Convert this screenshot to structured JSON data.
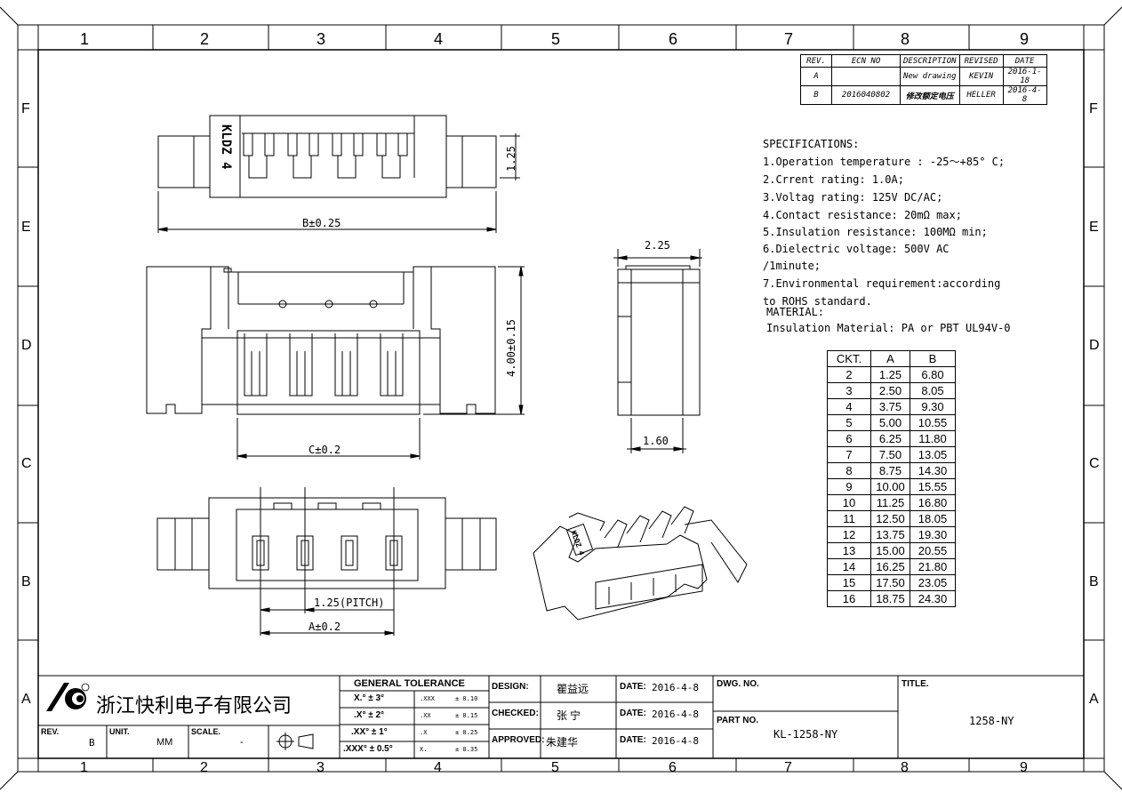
{
  "border": {
    "columns": [
      "1",
      "2",
      "3",
      "4",
      "5",
      "6",
      "7",
      "8",
      "9"
    ],
    "rows": [
      "F",
      "E",
      "D",
      "C",
      "B",
      "A"
    ]
  },
  "revision_table": {
    "headers": [
      "REV.",
      "ECN NO",
      "DESCRIPTION",
      "REVISED",
      "DATE"
    ],
    "rows": [
      [
        "A",
        "",
        "New drawing",
        "KEVIN",
        "2016-1-18"
      ],
      [
        "B",
        "2016040802",
        "修改额定电压",
        "HELLER",
        "2016-4-8"
      ]
    ]
  },
  "specifications": {
    "title": "SPECIFICATIONS:",
    "lines": [
      "1.Operation temperature : -25～+85° C;",
      "2.Crrent rating: 1.0A;",
      "3.Voltag rating: 125V DC/AC;",
      "4.Contact resistance: 20mΩ max;",
      "5.Insulation resistance: 100MΩ min;",
      "6.Dielectric voltage: 500V AC",
      "/1minute;",
      "7.Environmental requirement:according",
      "to ROHS standard."
    ],
    "material_title": "MATERIAL:",
    "material": "Insulation Material: PA or PBT UL94V-0"
  },
  "ckt_table": {
    "headers": [
      "CKT.",
      "A",
      "B"
    ],
    "rows": [
      [
        "2",
        "1.25",
        "6.80"
      ],
      [
        "3",
        "2.50",
        "8.05"
      ],
      [
        "4",
        "3.75",
        "9.30"
      ],
      [
        "5",
        "5.00",
        "10.55"
      ],
      [
        "6",
        "6.25",
        "11.80"
      ],
      [
        "7",
        "7.50",
        "13.05"
      ],
      [
        "8",
        "8.75",
        "14.30"
      ],
      [
        "9",
        "10.00",
        "15.55"
      ],
      [
        "10",
        "11.25",
        "16.80"
      ],
      [
        "11",
        "12.50",
        "18.05"
      ],
      [
        "12",
        "13.75",
        "19.30"
      ],
      [
        "13",
        "15.00",
        "20.55"
      ],
      [
        "14",
        "16.25",
        "21.80"
      ],
      [
        "15",
        "17.50",
        "23.05"
      ],
      [
        "16",
        "18.75",
        "24.30"
      ]
    ]
  },
  "dimensions": {
    "top_b": "B±0.25",
    "top_height": "1.25",
    "front_height": "4.00±0.15",
    "front_c": "C±0.2",
    "side_width": "2.25",
    "side_depth": "1.60",
    "bottom_pitch": "1.25(PITCH)",
    "bottom_a": "A±0.2",
    "marking": "KLDZ 4",
    "iso_marking": "KLDZ 4"
  },
  "title_block": {
    "company": "浙江快利电子有限公司",
    "rev_label": "REV.",
    "rev_value": "B",
    "unit_label": "UNIT.",
    "unit_value": "MM",
    "scale_label": "SCALE.",
    "scale_value": "-",
    "tolerance_title": "GENERAL TOLERANCE",
    "tolerance_angles": [
      "X.° ± 3°",
      ".X° ± 2°",
      ".XX° ± 1°",
      ".XXX° ± 0.5°"
    ],
    "tolerance_decimals": [
      ".XXX",
      ".XX",
      ".X",
      "X."
    ],
    "tolerance_values": [
      "± 0.10",
      "± 0.15",
      "± 0.25",
      "± 0.35"
    ],
    "design_label": "DESIGN:",
    "design_value": "瞿益远",
    "checked_label": "CHECKED:",
    "checked_value": "张 宁",
    "approved_label": "APPROVED:",
    "approved_value": "朱建华",
    "date_label": "DATE:",
    "dates": [
      "2016-4-8",
      "2016-4-8",
      "2016-4-8"
    ],
    "dwg_label": "DWG. NO.",
    "part_label": "PART NO.",
    "part_value": "KL-1258-NY",
    "title_label": "TITLE.",
    "title_value": "1258-NY"
  }
}
